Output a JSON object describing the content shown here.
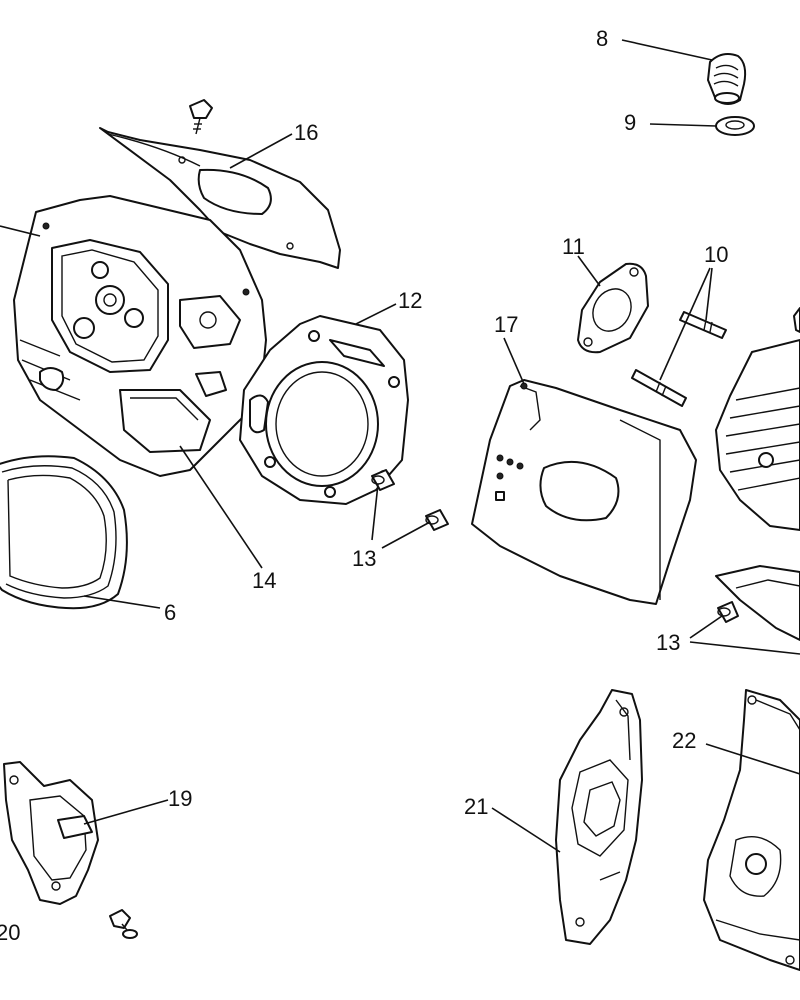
{
  "callouts": {
    "c6": "6",
    "c8": "8",
    "c9": "9",
    "c10": "10",
    "c11": "11",
    "c12": "12",
    "c13a": "13",
    "c13b": "13",
    "c14": "14",
    "c16": "16",
    "c17": "17",
    "c19": "19",
    "c20": "20",
    "c21": "21",
    "c22": "22"
  }
}
